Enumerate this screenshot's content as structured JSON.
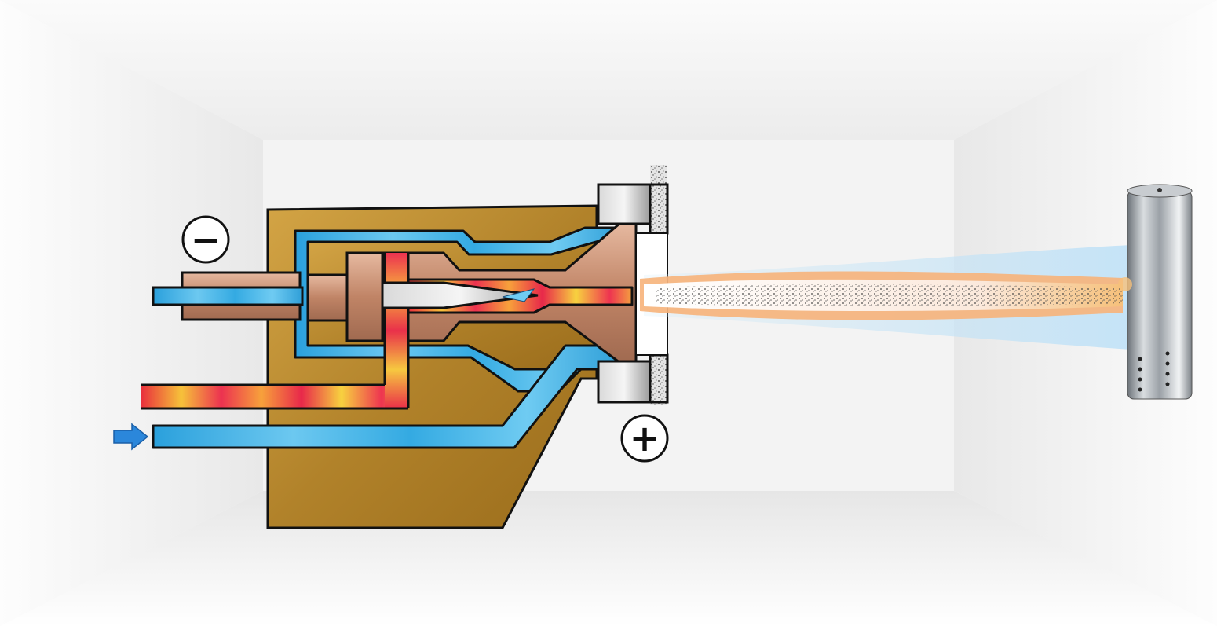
{
  "diagram": {
    "labels": {
      "cathode_polarity": "−",
      "anode_polarity": "+"
    },
    "components": {
      "room": "white-room-background",
      "torch_body": "plasma-spray-torch-body",
      "cathode": "tungsten-cathode",
      "anode_nozzle": "copper-anode-nozzle",
      "plasma_gas_inlet": "plasma-gas-inlet",
      "coolant_inlet": "water-coolant-inlet",
      "coolant_outlet": "water-coolant-outlet",
      "powder_injector": "powder-feed-ports",
      "plasma_jet": "plasma-jet-with-particles",
      "substrate": "cylindrical-substrate"
    },
    "icons": {
      "flow_arrow": "arrow-right-icon",
      "minus": "minus-circle-icon",
      "plus": "plus-circle-icon"
    },
    "colors": {
      "body": "#b98a2c",
      "coolant": "#39a9e3",
      "plasma_gas": "#f0304a",
      "copper": "#c58b6c",
      "jet_glow": "#f6a36a",
      "arrow": "#2b87db",
      "substrate": "#8e949a"
    }
  }
}
